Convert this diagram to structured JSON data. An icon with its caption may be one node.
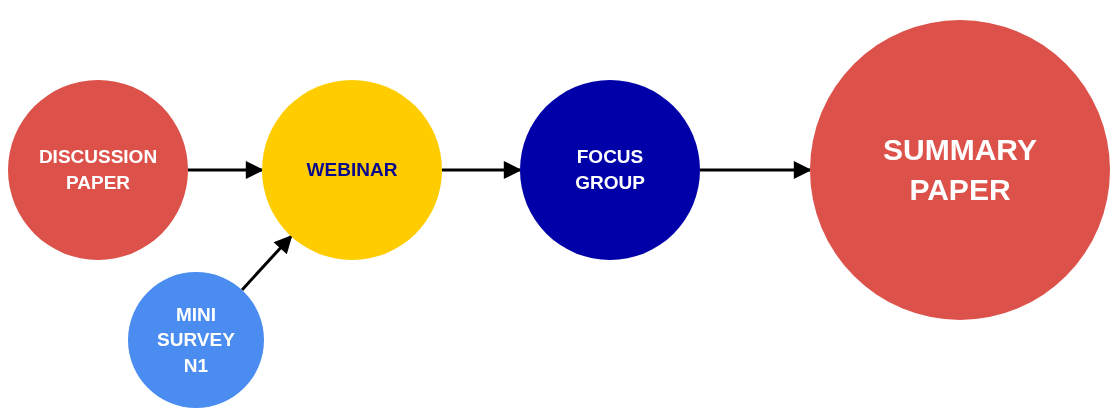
{
  "diagram": {
    "nodes": [
      {
        "text": [
          "DISCUSSION PAPER"
        ]
      },
      {
        "text": [
          "WEBINAR"
        ]
      },
      {
        "text": [
          "FOCUS GROUP"
        ]
      },
      {
        "text": [
          "SUMMARY PAPER"
        ]
      },
      {
        "text": [
          "MINI SURVEY N1"
        ]
      }
    ],
    "edges": [
      {
        "from": 0,
        "to": 1,
        "arrow": "to"
      },
      {
        "from": 4,
        "to": 1,
        "arrow": "to"
      },
      {
        "from": 1,
        "to": 2,
        "arrow": "to"
      },
      {
        "from": 2,
        "to": 3,
        "arrow": "to"
      }
    ]
  }
}
